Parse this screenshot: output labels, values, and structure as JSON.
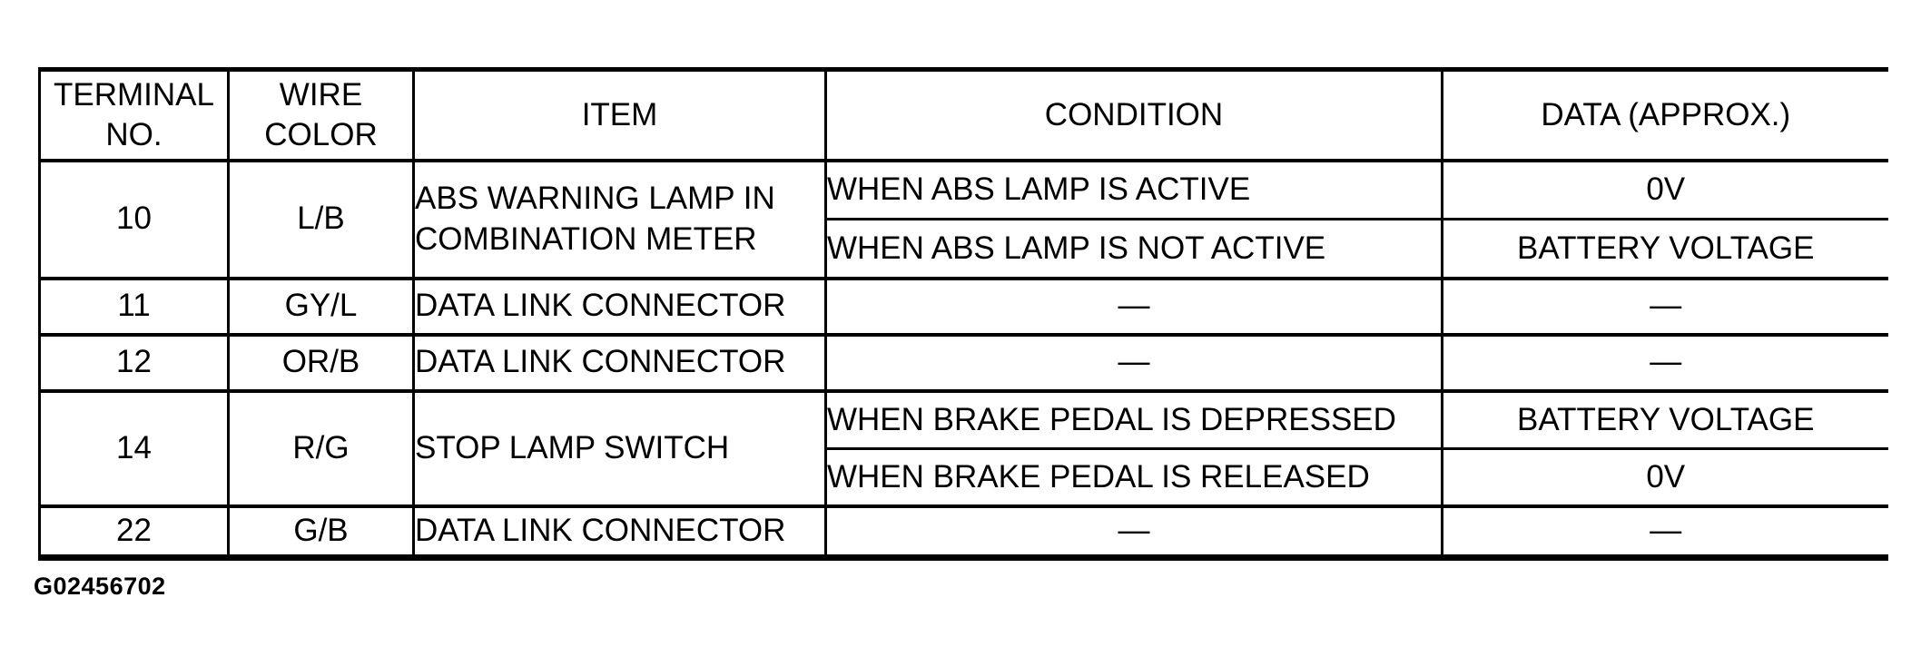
{
  "figure_id": "G02456702",
  "colors": {
    "background": "#ffffff",
    "ink": "#000000"
  },
  "table": {
    "headers": {
      "terminal_no": "TERMINAL\nNO.",
      "wire_color": "WIRE\nCOLOR",
      "item": "ITEM",
      "condition": "CONDITION",
      "data": "DATA (APPROX.)"
    },
    "rows": [
      {
        "terminal": "10",
        "wire_color": "L/B",
        "item": "ABS WARNING LAMP IN\nCOMBINATION METER",
        "conditions": [
          {
            "condition": "WHEN ABS LAMP IS ACTIVE",
            "data": "0V"
          },
          {
            "condition": "WHEN ABS LAMP IS NOT ACTIVE",
            "data": "BATTERY VOLTAGE"
          }
        ]
      },
      {
        "terminal": "11",
        "wire_color": "GY/L",
        "item": "DATA LINK CONNECTOR",
        "conditions": [
          {
            "condition": "—",
            "data": "—"
          }
        ]
      },
      {
        "terminal": "12",
        "wire_color": "OR/B",
        "item": "DATA LINK CONNECTOR",
        "conditions": [
          {
            "condition": "—",
            "data": "—"
          }
        ]
      },
      {
        "terminal": "14",
        "wire_color": "R/G",
        "item": "STOP LAMP SWITCH",
        "conditions": [
          {
            "condition": "WHEN BRAKE PEDAL IS DEPRESSED",
            "data": "BATTERY VOLTAGE"
          },
          {
            "condition": "WHEN BRAKE PEDAL IS RELEASED",
            "data": "0V"
          }
        ]
      },
      {
        "terminal": "22",
        "wire_color": "G/B",
        "item": "DATA LINK CONNECTOR",
        "conditions": [
          {
            "condition": "—",
            "data": "—"
          }
        ]
      }
    ]
  }
}
